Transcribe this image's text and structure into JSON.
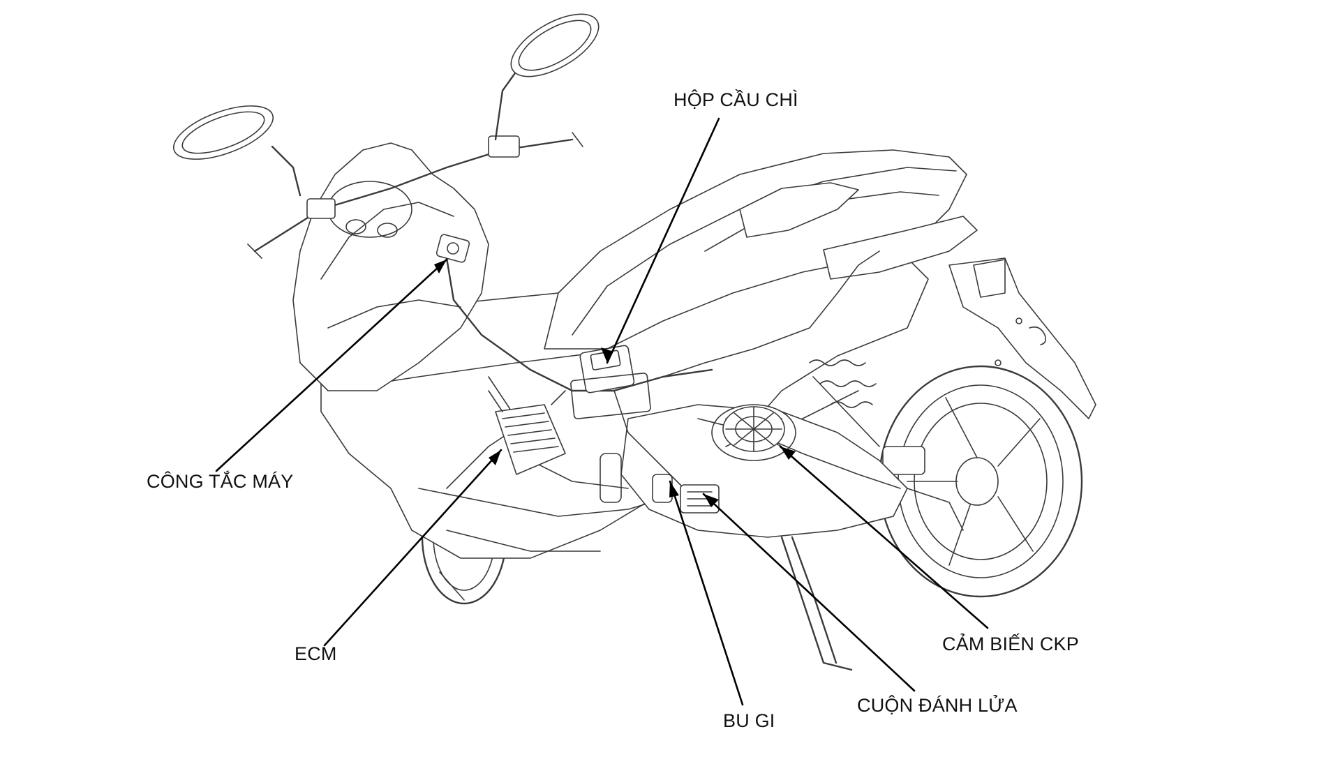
{
  "diagram": {
    "labels": {
      "fuse_box": "HỘP CẦU CHÌ",
      "ignition_switch": "CÔNG TẮC MÁY",
      "ecm": "ECM",
      "spark_plug": "BU GI",
      "ignition_coil": "CUỘN ĐÁNH LỬA",
      "ckp_sensor": "CẢM BIẾN CKP"
    }
  }
}
